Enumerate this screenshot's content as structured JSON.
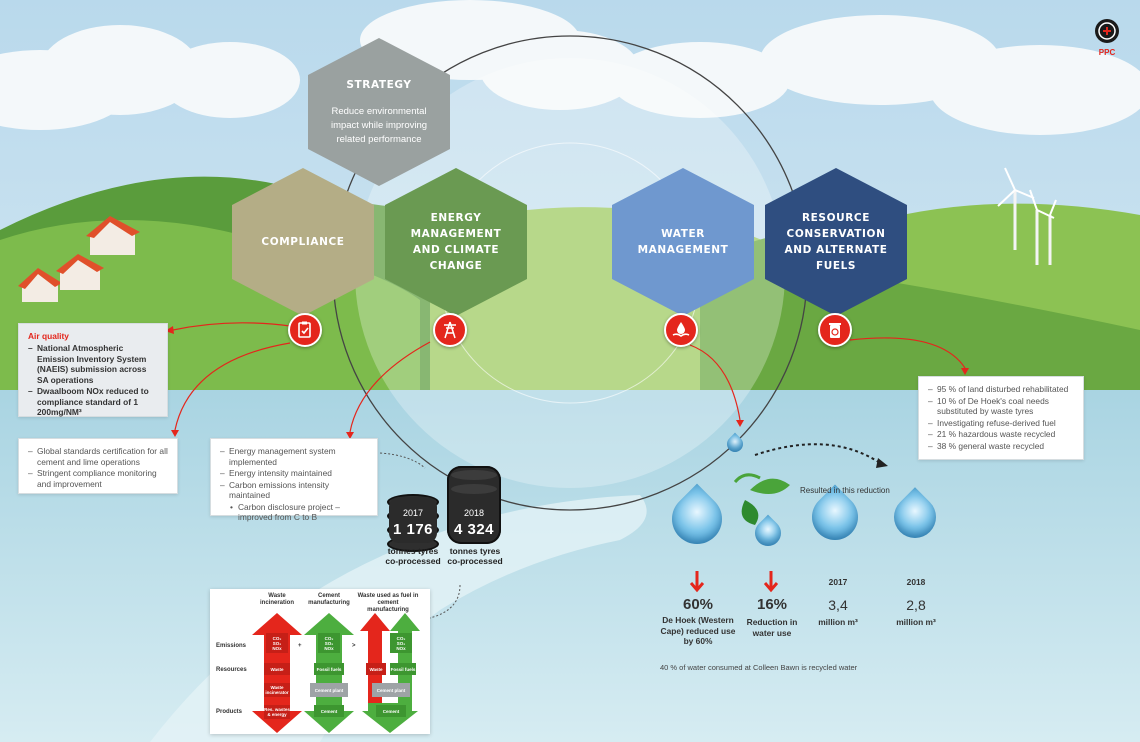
{
  "hexagons": {
    "strategy": {
      "title": "STRATEGY",
      "desc": "Reduce environmental impact while improving related performance"
    },
    "compliance": {
      "title": "COMPLIANCE"
    },
    "energy": {
      "title": "ENERGY MANAGEMENT AND CLIMATE CHANGE"
    },
    "water": {
      "title": "WATER MANAGEMENT"
    },
    "resource": {
      "title": "RESOURCE CONSERVATION AND ALTERNATE FUELS"
    }
  },
  "colors": {
    "strategy": "#9aa1a0",
    "compliance": "#b4ad86",
    "energy": "#6a9a52",
    "water": "#6f98cf",
    "resource": "#2f4e80",
    "accent_red": "#e4261c"
  },
  "icons": [
    "clipboard-check-icon",
    "pylon-icon",
    "water-hand-icon",
    "recycle-bin-icon",
    "ppc-logo-icon"
  ],
  "logo_text": "PPC",
  "air_quality": {
    "heading": "Air quality",
    "items": [
      "National Atmospheric Emission Inventory System (NAEIS) submission across SA operations",
      "Dwaalboom NOx reduced to compliance standard of 1 200mg/NM³"
    ]
  },
  "compliance_box": {
    "items": [
      "Global standards certification for all cement and lime operations",
      "Stringent compliance monitoring and improvement"
    ]
  },
  "energy_box": {
    "items": [
      "Energy management system implemented",
      "Energy intensity maintained",
      "Carbon emissions intensity maintained"
    ],
    "sub_item": "Carbon disclosure project – improved from C to B"
  },
  "resource_box": {
    "items": [
      "95 % of land disturbed rehabilitated",
      "10 % of De Hoek's coal needs substituted by waste tyres",
      "Investigating refuse-derived fuel",
      "21 % hazardous waste recycled",
      "38 % general waste recycled"
    ]
  },
  "tyres": [
    {
      "year": "2017",
      "value": "1 176",
      "caption": "tonnes tyres co-processed"
    },
    {
      "year": "2018",
      "value": "4 324",
      "caption": "tonnes tyres co-processed"
    }
  ],
  "waste_diagram": {
    "columns": [
      "Waste incineration",
      "Cement manufacturing",
      "Waste used as fuel in cement manufacturing"
    ],
    "rows": [
      "Emissions",
      "Resources",
      "Products"
    ],
    "operators": [
      "+",
      ">"
    ],
    "emissions_cells": [
      "CO₂\nSO₂\nNOx",
      "CO₂\nSO₂\nNOx",
      "CO₂\nSO₂\nNOx"
    ],
    "resource_cells": [
      "Waste",
      "Fossil fuels",
      "Waste",
      "Fossil fuels"
    ],
    "plant_cells": [
      "Waste incinerator",
      "Cement plant",
      "Cement plant"
    ],
    "product_cells": [
      "Res. wastes & energy",
      "Cement",
      "Cement"
    ]
  },
  "water": {
    "result_label": "Resulted in this reduction",
    "stats": [
      {
        "value": "60%",
        "caption": "De Hoek (Western Cape) reduced use by 60%"
      },
      {
        "value": "16%",
        "caption": "Reduction in water use"
      }
    ],
    "years": [
      {
        "year": "2017",
        "value": "3,4",
        "unit": "million m³"
      },
      {
        "year": "2018",
        "value": "2,8",
        "unit": "million m³"
      }
    ],
    "note": "40 % of water consumed at Colleen Bawn is recycled water"
  }
}
